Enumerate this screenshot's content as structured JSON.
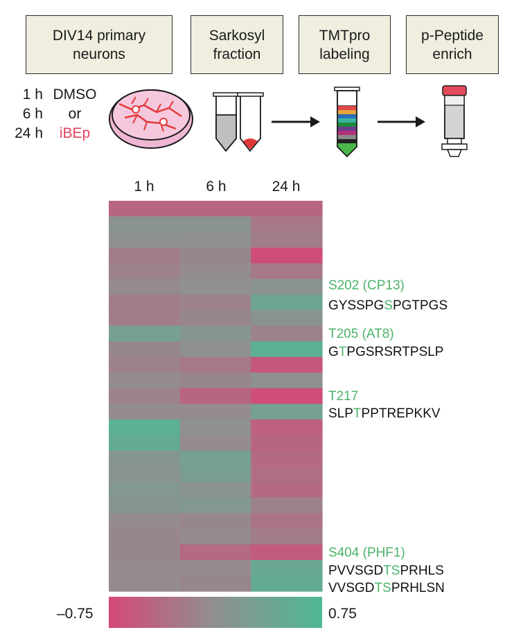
{
  "workflow": {
    "steps": [
      "DIV14 primary neurons",
      "Sarkosyl fraction",
      "TMTpro labeling",
      "p-Peptide enrich"
    ],
    "timepoints": [
      "1 h",
      "6 h",
      "24 h"
    ],
    "treatment": {
      "a": "DMSO",
      "or": "or",
      "b": "iBEp"
    }
  },
  "heatmap": {
    "columns": [
      "1 h",
      "6 h",
      "24 h"
    ],
    "color_min": "#d4487a",
    "color_mid": "#8f9090",
    "color_max": "#4fb894",
    "legend": {
      "min_label": "–0.75",
      "max_label": "0.75"
    },
    "annotations": [
      {
        "site": "S202 (CP13)",
        "sequence": [
          "GYSSPG",
          "S",
          "PGTPGS"
        ]
      },
      {
        "site": "T205 (AT8)",
        "sequence": [
          "G",
          "T",
          "PGSRSRTPSLP"
        ]
      },
      {
        "site": "T217",
        "sequence": [
          "SLP",
          "T",
          "PPTREPKKV"
        ]
      },
      {
        "site": "S404 (PHF1)",
        "sequence": [
          "PVVSGD",
          "TS",
          "PRHLS"
        ]
      },
      {
        "site": "",
        "sequence": [
          "VVSGD",
          "TS",
          "PRHLSN"
        ]
      }
    ]
  },
  "chart_data": {
    "type": "heatmap",
    "x": [
      "1 h",
      "6 h",
      "24 h"
    ],
    "value_range": [
      -0.75,
      0.75
    ],
    "values": [
      [
        -0.45,
        -0.45,
        -0.45
      ],
      [
        0.05,
        0.05,
        -0.25
      ],
      [
        0.02,
        0.0,
        -0.2
      ],
      [
        -0.2,
        -0.1,
        -0.7
      ],
      [
        -0.15,
        -0.05,
        -0.25
      ],
      [
        -0.05,
        0.0,
        0.05
      ],
      [
        -0.2,
        -0.15,
        0.4
      ],
      [
        -0.2,
        -0.1,
        0.05
      ],
      [
        0.3,
        0.1,
        -0.15
      ],
      [
        -0.1,
        0.0,
        0.6
      ],
      [
        -0.15,
        -0.25,
        -0.6
      ],
      [
        -0.05,
        -0.1,
        0.0
      ],
      [
        -0.15,
        -0.45,
        -0.7
      ],
      [
        -0.05,
        -0.05,
        0.3
      ],
      [
        0.6,
        0.0,
        -0.5
      ],
      [
        0.5,
        -0.05,
        -0.45
      ],
      [
        0.1,
        0.3,
        -0.4
      ],
      [
        0.05,
        0.25,
        -0.35
      ],
      [
        0.15,
        0.05,
        -0.4
      ],
      [
        0.1,
        0.15,
        -0.15
      ],
      [
        -0.05,
        -0.1,
        -0.3
      ],
      [
        -0.1,
        -0.05,
        -0.2
      ],
      [
        -0.1,
        -0.4,
        -0.55
      ],
      [
        -0.05,
        -0.05,
        0.45
      ],
      [
        -0.05,
        -0.1,
        0.5
      ]
    ]
  }
}
